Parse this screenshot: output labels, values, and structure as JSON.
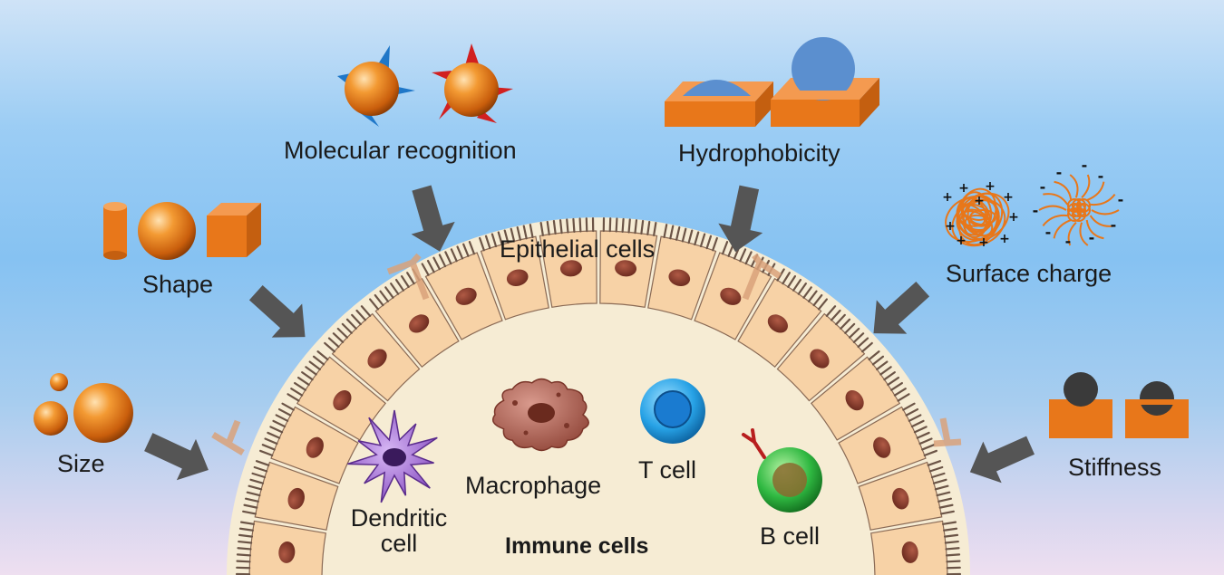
{
  "colors": {
    "particle": "#e8771a",
    "epithelium": "#f7d6ae",
    "lumen": "#f6ecd4",
    "nucleus": "#8a3d2e",
    "arrow": "#555555",
    "t_cell": "#1a8fd6",
    "b_cell": "#27a83a",
    "dendritic": "#8f5bc2",
    "macrophage": "#a85b50",
    "ligand_blue": "#1f77c8",
    "ligand_red": "#d12020",
    "droplet": "#5b8fcf",
    "stiff_ball": "#3a3a3a"
  },
  "factors": {
    "molecular_recognition": "Molecular recognition",
    "hydrophobicity": "Hydrophobicity",
    "shape": "Shape",
    "surface_charge": "Surface charge",
    "size": "Size",
    "stiffness": "Stiffness"
  },
  "tissue": {
    "epithelial": "Epithelial cells",
    "immune": "Immune cells"
  },
  "immune_cells": {
    "dendritic_line1": "Dendritic",
    "dendritic_line2": "cell",
    "macrophage": "Macrophage",
    "t_cell": "T cell",
    "b_cell": "B cell"
  },
  "charge_signs": {
    "positive": "+",
    "negative": "-"
  },
  "icons": [
    "ligand-particle-icon",
    "cylinder-icon",
    "sphere-icon",
    "cube-icon",
    "droplet-block-icon",
    "charged-nanoparticle-icon",
    "stiff-block-icon",
    "arrow-icon",
    "epithelial-cell-icon",
    "dendritic-cell-icon",
    "macrophage-icon",
    "t-cell-icon",
    "b-cell-icon",
    "antibody-icon"
  ]
}
